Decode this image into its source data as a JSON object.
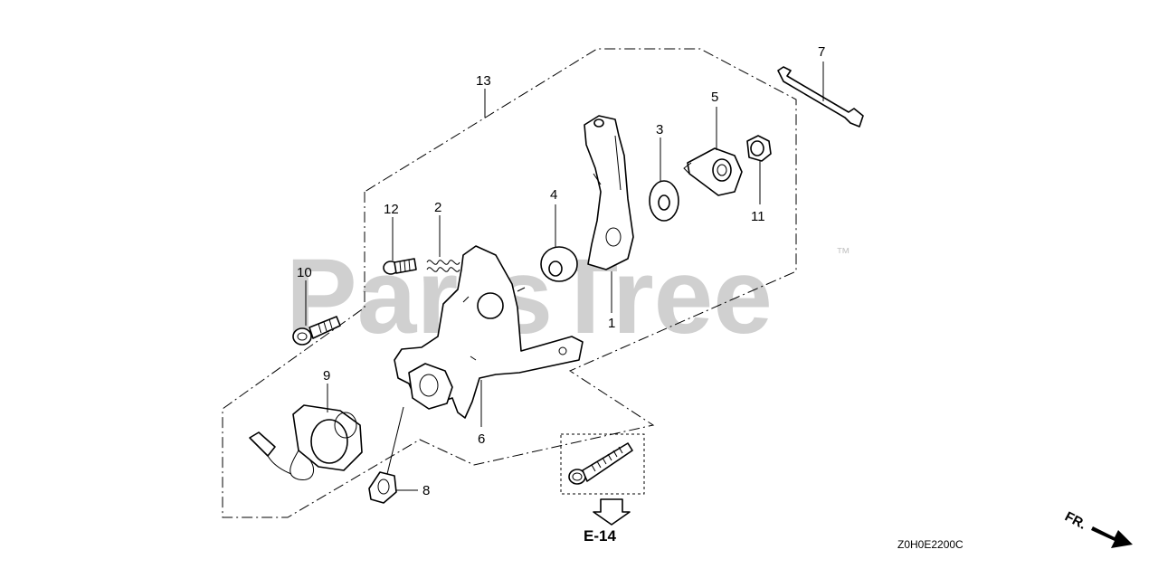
{
  "watermark": {
    "text": "PartsTree",
    "trademark": "™"
  },
  "callouts": {
    "c1": "1",
    "c2": "2",
    "c3": "3",
    "c4": "4",
    "c5": "5",
    "c6": "6",
    "c7": "7",
    "c8": "8",
    "c9": "9",
    "c10": "10",
    "c11": "11",
    "c12": "12",
    "c13": "13"
  },
  "reference": {
    "label": "E-14"
  },
  "diagram_code": "Z0H0E2200C",
  "direction_indicator": {
    "label": "FR."
  }
}
